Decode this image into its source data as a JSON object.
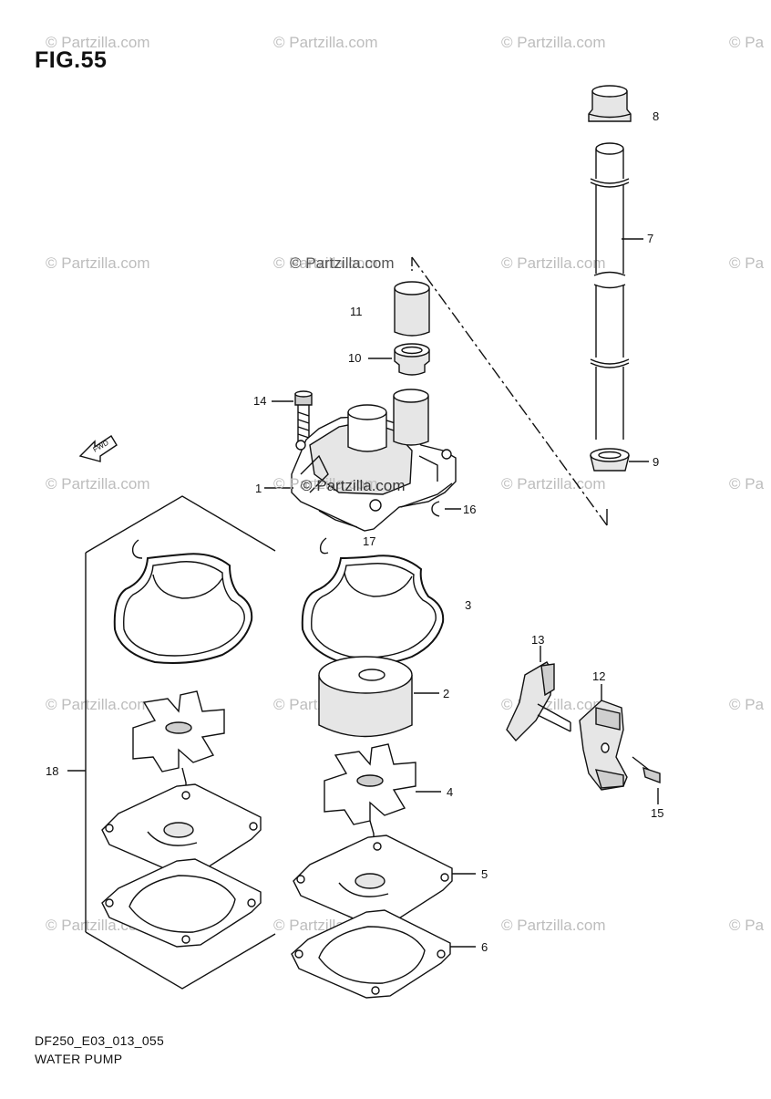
{
  "figure": {
    "title": "FIG.55",
    "code": "DF250_E03_013_055",
    "name": "WATER PUMP"
  },
  "watermark": {
    "text": "© Partzilla.com",
    "center_text": "© Partzilla.com",
    "edge_text": "© Pa"
  },
  "direction_arrow": {
    "label": "FWD"
  },
  "callouts": {
    "c1": "1",
    "c2": "2",
    "c3": "3",
    "c4": "4",
    "c5": "5",
    "c6": "6",
    "c7": "7",
    "c8": "8",
    "c9": "9",
    "c10": "10",
    "c11": "11",
    "c12": "12",
    "c13": "13",
    "c14": "14",
    "c15": "15",
    "c16": "16",
    "c17": "17",
    "c18": "18"
  },
  "colors": {
    "line": "#111111",
    "watermark": "#bdbdbd",
    "fill_light": "#e6e6e6",
    "fill_mid": "#cfcfcf"
  }
}
